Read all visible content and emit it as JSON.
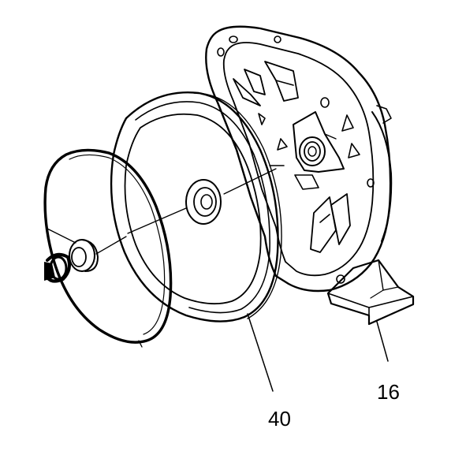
{
  "diagram": {
    "callouts": [
      {
        "id": "40",
        "text": "40"
      },
      {
        "id": "16",
        "text": "16"
      }
    ],
    "parts": [
      {
        "name": "o-ring"
      },
      {
        "name": "shaft-seal"
      },
      {
        "name": "volute-cover-plate"
      },
      {
        "name": "pump-casing-with-foot"
      }
    ],
    "colors": {
      "line": "#000000",
      "background": "#ffffff"
    }
  }
}
